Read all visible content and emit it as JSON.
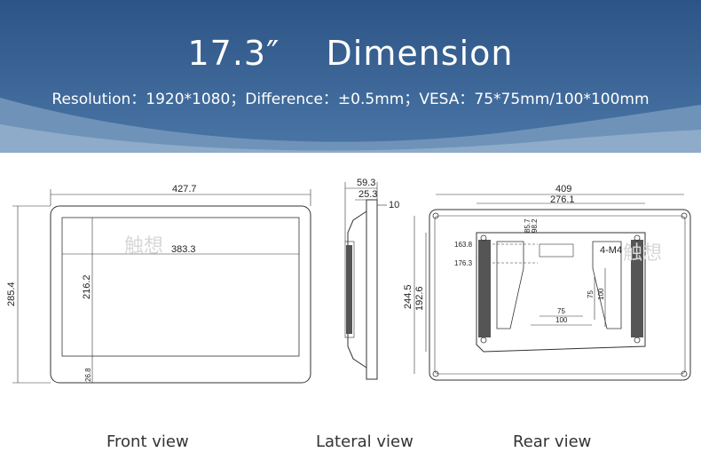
{
  "header": {
    "title_size": "17.3″",
    "title_word": "Dimension",
    "subtitle": "Resolution：1920*1080；Difference：±0.5mm；VESA：75*75mm/100*100mm"
  },
  "front": {
    "caption": "Front view",
    "width": "427.7",
    "height": "285.4",
    "screen_w": "383.3",
    "screen_h": "216.2",
    "bezel": "26.8"
  },
  "lateral": {
    "caption": "Lateral view",
    "depth_total": "59.3",
    "depth_body": "25.3",
    "front_edge": "10"
  },
  "rear": {
    "caption": "Rear view",
    "width": "409",
    "mount_w": "276.1",
    "height": "244.5",
    "mount_h": "192.6",
    "v1": "163.8",
    "v2": "176.3",
    "v3": "85.7",
    "v4": "98.2",
    "vesa_small": "75",
    "vesa_large": "100",
    "vesa_small_v": "75",
    "vesa_large_v": "100",
    "screw": "4-M4"
  },
  "watermark": "触想",
  "colors": {
    "banner_dark": "#2f5688",
    "banner_mid": "#6d90b6",
    "line": "#333333"
  }
}
